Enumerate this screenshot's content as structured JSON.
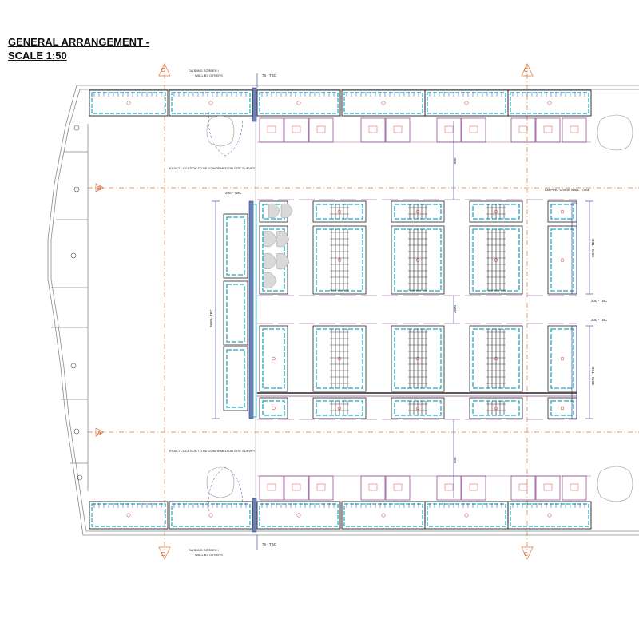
{
  "title": {
    "line1": "GENERAL ARRANGEMENT -",
    "line2": "SCALE 1:50"
  },
  "grid": {
    "rows": [
      "B",
      "A"
    ],
    "cols": [
      "D",
      "C"
    ]
  },
  "annotations": {
    "dividing_screen_line1": "DIVIDING SCREEN /",
    "dividing_screen_line2": "WALL BY OTHERS",
    "tbc_75": "75 - TBC",
    "tbc_200": "200 - TBC",
    "tbc_3690": "3690 - TBC",
    "tbc_3870": "3870 - TBC",
    "tbc_3870b": "3870 - TBC",
    "exit_note": "EXACT LOCATION TO BE CONFIRMED ON SITE SURVEY",
    "lapping_note": "LAPPING DIVIDE WALL TO BE",
    "dim_600": "600",
    "dim_3800": "3800"
  },
  "colors": {
    "cyan": "#1aa7c4",
    "blue": "#2b3f9a",
    "purple": "#8a3b8c",
    "orange": "#e27a3a",
    "red": "#d62a2a",
    "dark": "#222222",
    "grey": "#8a8a8a"
  }
}
